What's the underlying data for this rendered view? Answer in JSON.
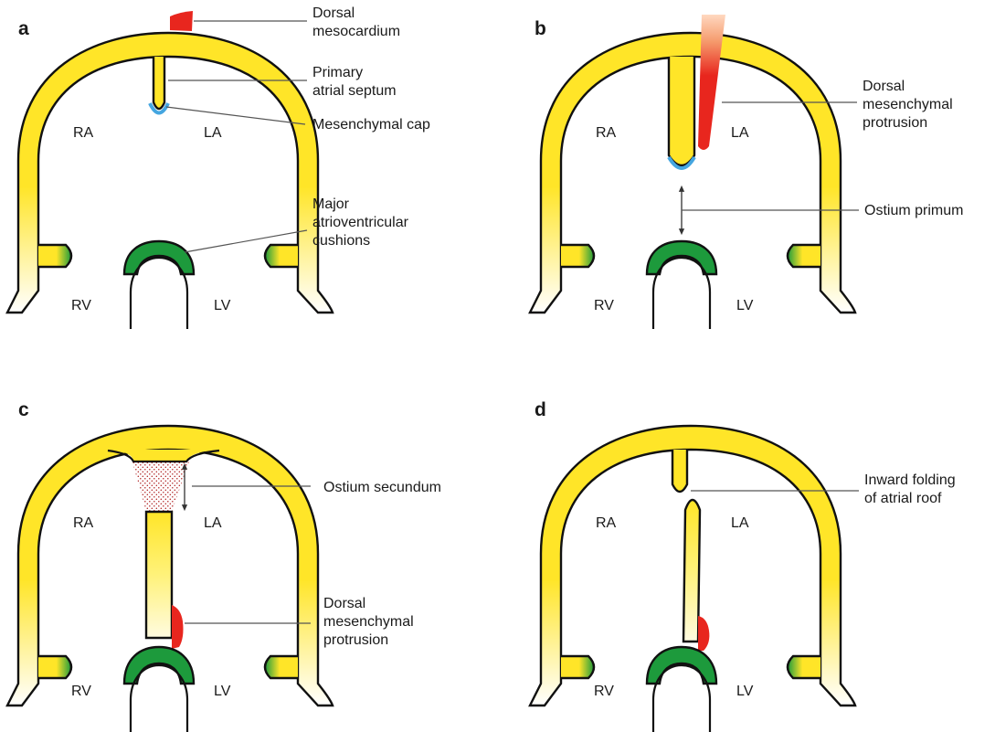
{
  "colors": {
    "myocardium": "#ffe528",
    "mesocardium": "#e8261e",
    "cushion": "#1d9a3c",
    "cap": "#45a6e0",
    "stipple": "#b02020"
  },
  "panels": {
    "a": {
      "letter": "a",
      "chambers": {
        "ra": "RA",
        "la": "LA",
        "rv": "RV",
        "lv": "LV"
      },
      "labels": {
        "dorsal_mesocardium": [
          "Dorsal",
          "mesocardium"
        ],
        "primary_atrial_septum": [
          "Primary",
          "atrial septum"
        ],
        "mesenchymal_cap": [
          "Mesenchymal cap"
        ],
        "major_av_cushions": [
          "Major",
          "atrioventricular",
          "cushions"
        ]
      }
    },
    "b": {
      "letter": "b",
      "chambers": {
        "ra": "RA",
        "la": "LA",
        "rv": "RV",
        "lv": "LV"
      },
      "labels": {
        "dorsal_mesenchymal_protrusion": [
          "Dorsal",
          "mesenchymal",
          "protrusion"
        ],
        "ostium_primum": [
          "Ostium primum"
        ]
      }
    },
    "c": {
      "letter": "c",
      "chambers": {
        "ra": "RA",
        "la": "LA",
        "rv": "RV",
        "lv": "LV"
      },
      "labels": {
        "ostium_secundum": [
          "Ostium secundum"
        ],
        "dorsal_mesenchymal_protrusion": [
          "Dorsal",
          "mesenchymal",
          "protrusion"
        ]
      }
    },
    "d": {
      "letter": "d",
      "chambers": {
        "ra": "RA",
        "la": "LA",
        "rv": "RV",
        "lv": "LV"
      },
      "labels": {
        "inward_folding": [
          "Inward folding",
          "of atrial roof"
        ]
      }
    }
  }
}
